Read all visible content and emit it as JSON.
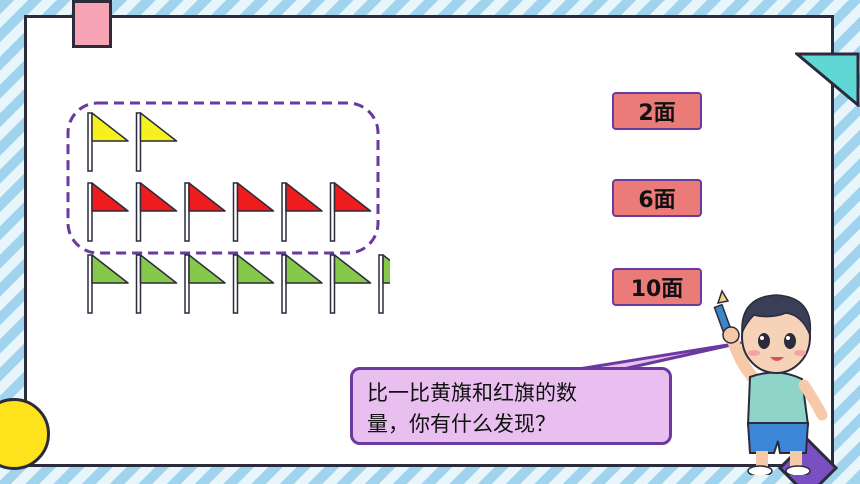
{
  "counts": {
    "yellow": "2面",
    "red": "6面",
    "green": "10面"
  },
  "flags": {
    "yellow": {
      "count": 2,
      "color": "#f5f01e"
    },
    "red": {
      "count": 6,
      "color": "#ee1c1c"
    },
    "green": {
      "count": 10,
      "color": "#86c84a"
    }
  },
  "question": {
    "line1": "比一比黄旗和红旗的数",
    "line2": "量，你有什么发现？"
  },
  "colors": {
    "count_box": "#ea7b78",
    "bubble": "#e9bff0",
    "group_outline": "#6b3aa0"
  }
}
